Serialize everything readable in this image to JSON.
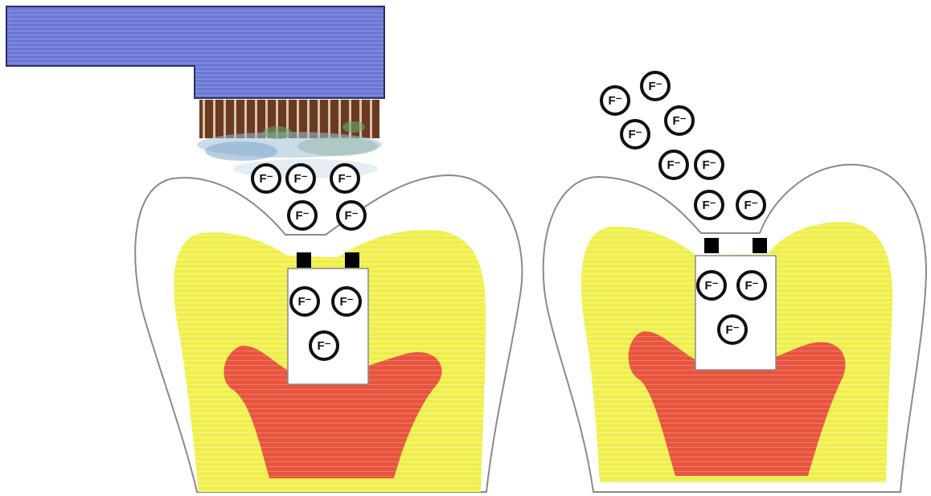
{
  "ion_label": "F⁻",
  "colors": {
    "background": "#ffffff",
    "toothbrush_handle": "#6d78d6",
    "bristles": "#6b3a22",
    "foam": "#7fa8c9",
    "enamel": "#ffffff",
    "dentin": "#f0ef4a",
    "pulp": "#e8553f",
    "outline": "#8a8a8a",
    "ion_ring": "#111111",
    "channel_block": "#000000"
  },
  "figures": [
    {
      "id": "left",
      "has_toothbrush": true,
      "ions_above": 5,
      "ions_in_lesion": 3
    },
    {
      "id": "right",
      "has_toothbrush": false,
      "ions_above": 8,
      "ions_in_lesion": 3
    }
  ]
}
